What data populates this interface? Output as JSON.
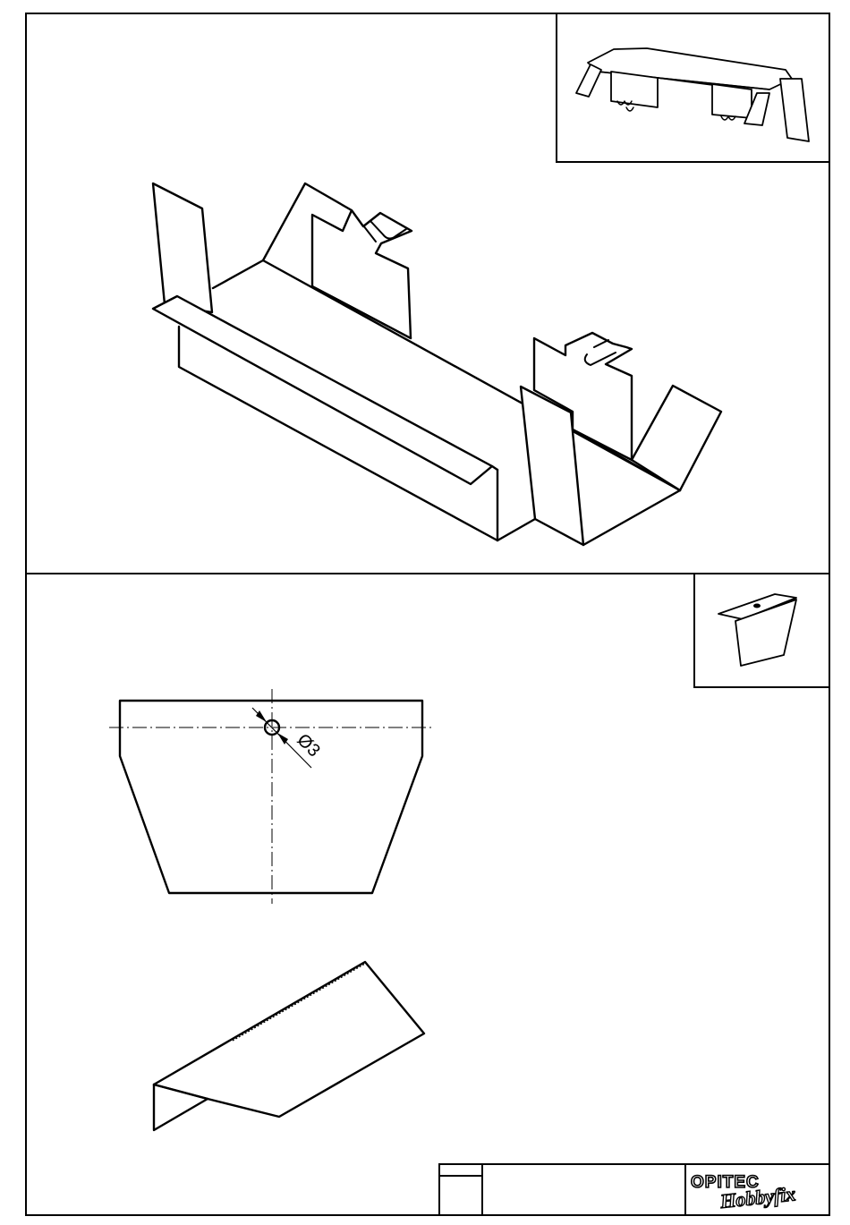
{
  "drawing": {
    "hole_dimension": "Ø3",
    "brand_primary": "OPITEC",
    "brand_secondary": "Hobbyfix",
    "line_color": "#000000",
    "background_color": "#ffffff"
  }
}
